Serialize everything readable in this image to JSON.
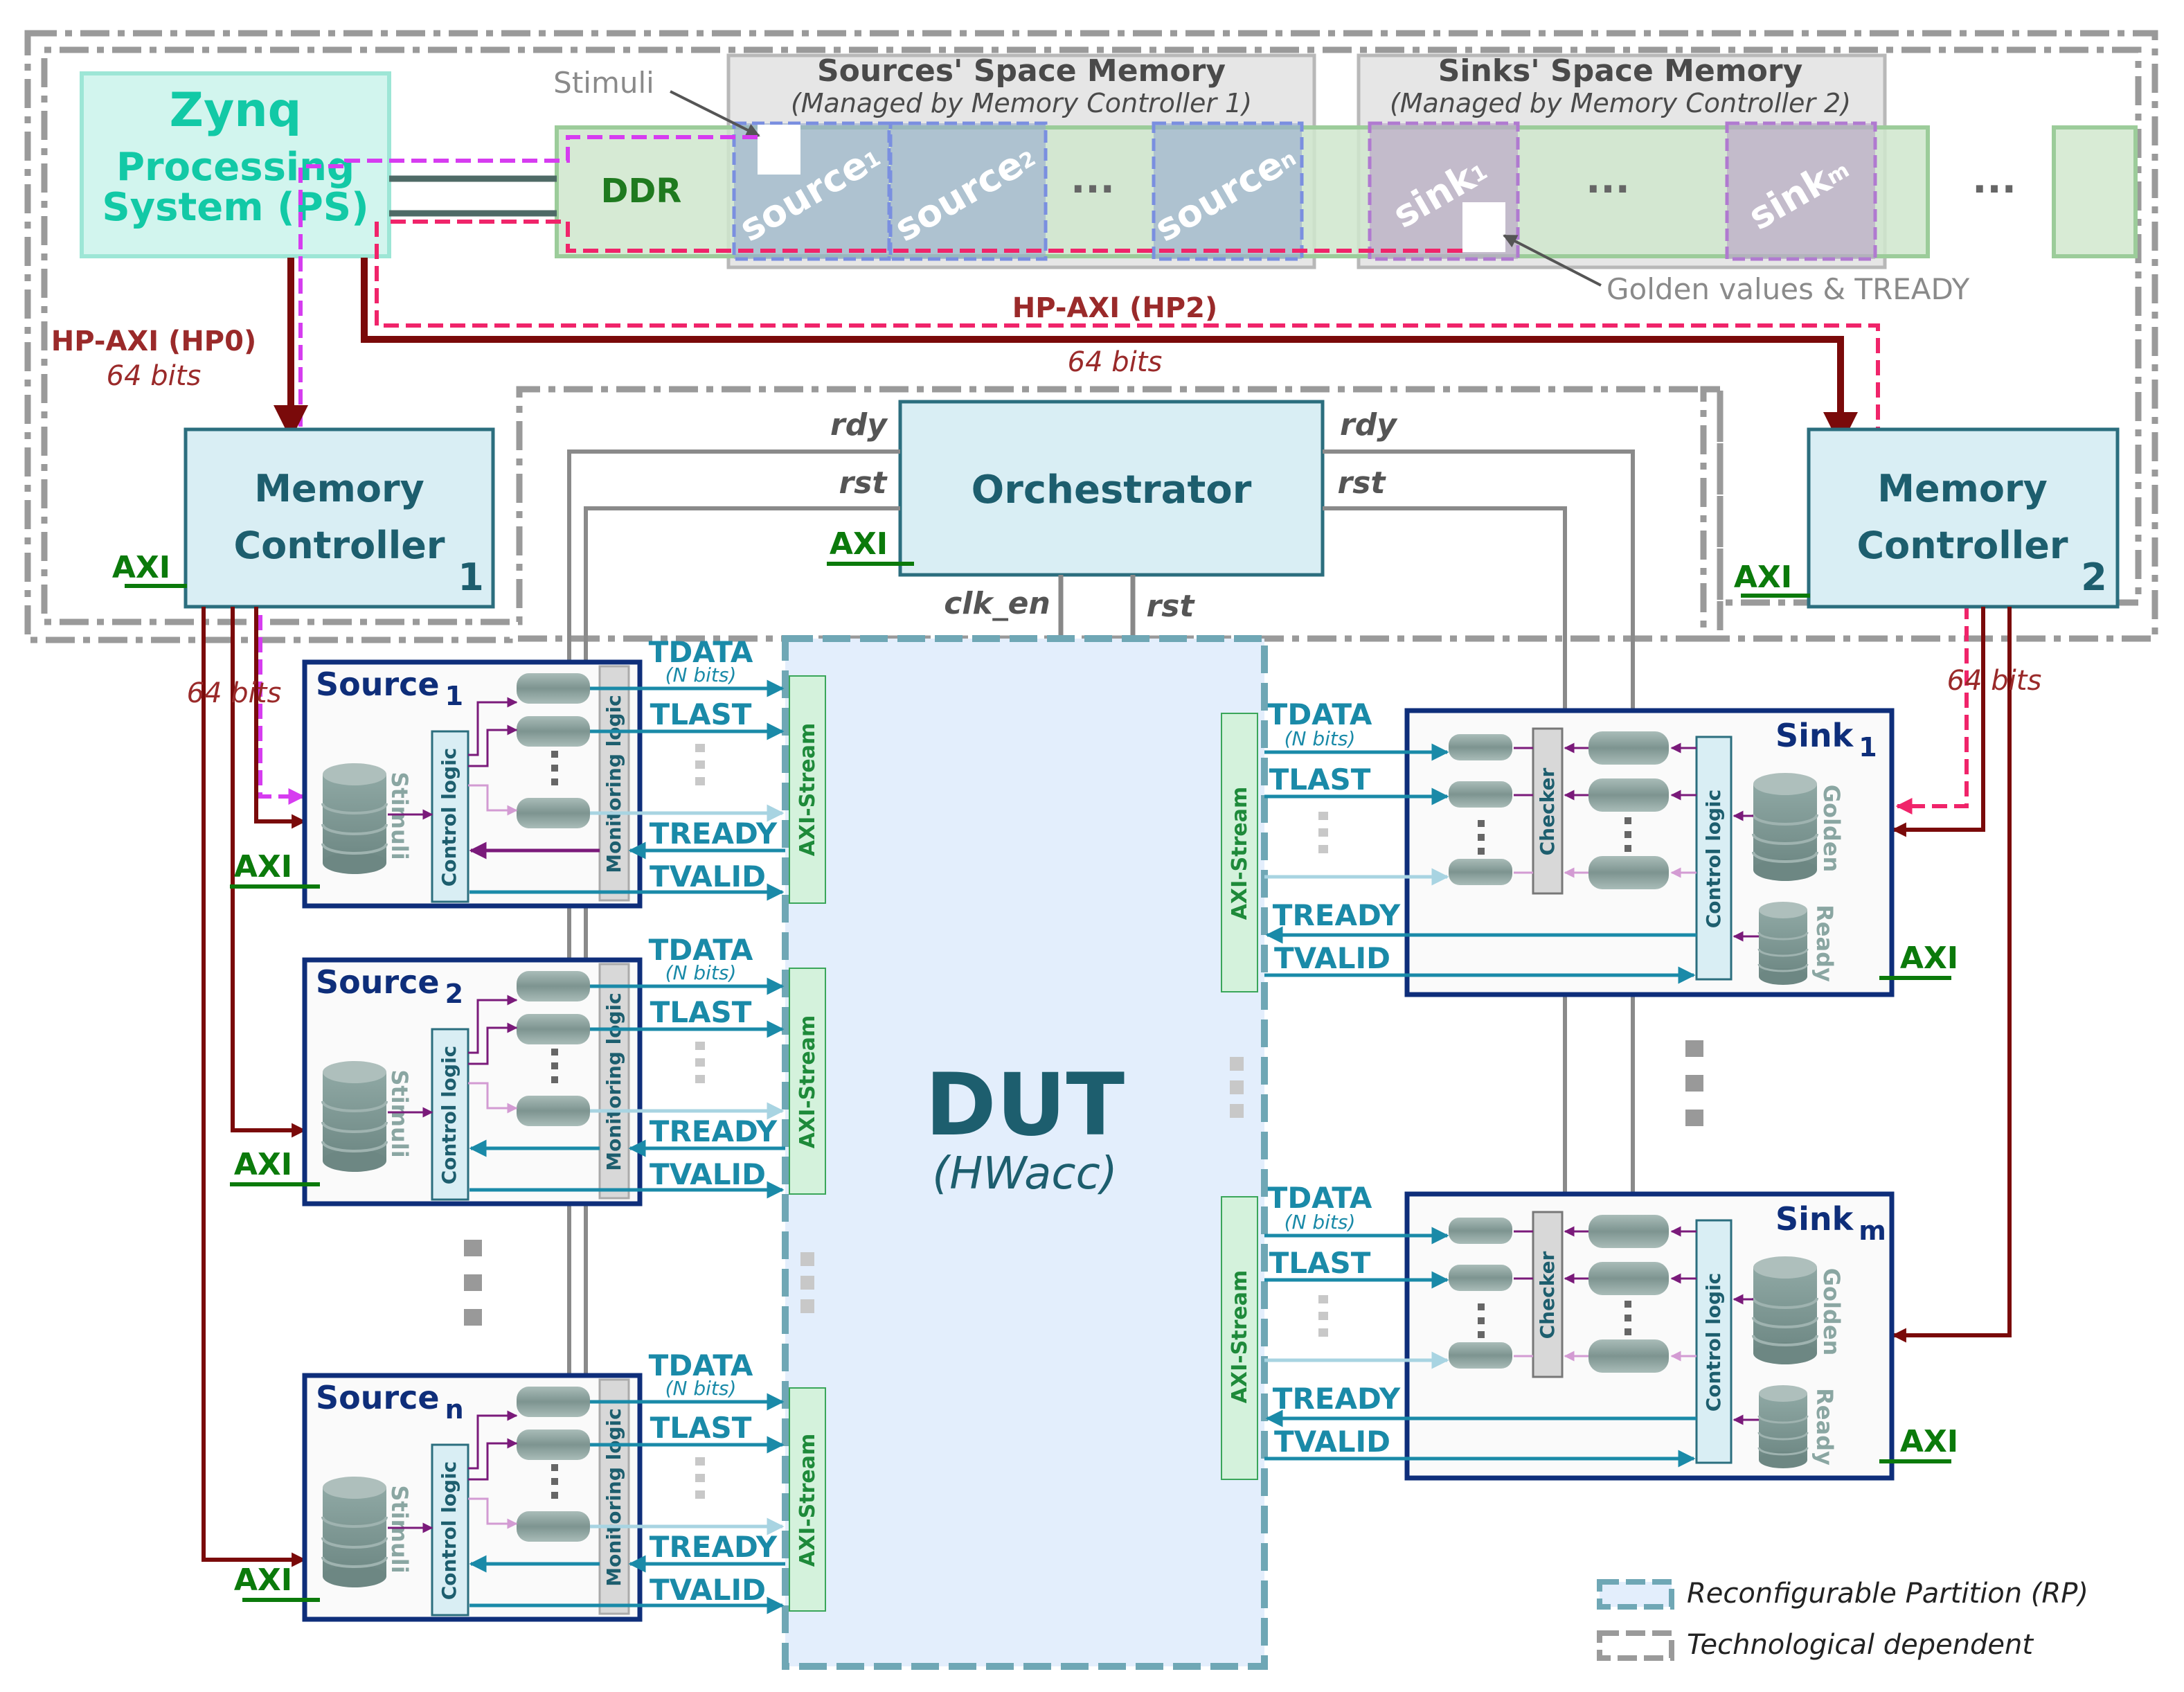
{
  "zynq": {
    "title": "Zynq",
    "line1": "Processing",
    "line2": "System (PS)"
  },
  "memory": {
    "sources_title": "Sources' Space Memory",
    "sources_sub": "(Managed by Memory Controller 1)",
    "sinks_title": "Sinks' Space Memory",
    "sinks_sub": "(Managed by Memory Controller 2)",
    "ddr": "DDR",
    "stimuli": "Stimuli",
    "golden_tready": "Golden values & TREADY",
    "slot_source": "source",
    "slot_sink": "sink",
    "sub_1": "1",
    "sub_2": "2",
    "sub_n": "n",
    "sub_m": "m",
    "ellipsis": "..."
  },
  "links": {
    "hp0": "HP-AXI (HP0)",
    "hp2": "HP-AXI (HP2)",
    "bits64": "64 bits"
  },
  "mc1": {
    "line1": "Memory",
    "line2": "Controller",
    "index": "1",
    "axi": "AXI"
  },
  "mc2": {
    "line1": "Memory",
    "line2": "Controller",
    "index": "2",
    "axi": "AXI"
  },
  "orchestrator": {
    "title": "Orchestrator",
    "rdy": "rdy",
    "rst": "rst",
    "axi": "AXI",
    "clk_en": "clk_en"
  },
  "dut": {
    "title": "DUT",
    "subtitle": "(HWacc)"
  },
  "signals": {
    "tdata": "TDATA",
    "nbits": "(N bits)",
    "tlast": "TLAST",
    "tready": "TREADY",
    "tvalid": "TVALID",
    "axi_stream": "AXI-Stream"
  },
  "source_blocks": [
    {
      "name": "Source",
      "sub": "1",
      "stimuli": "Stimuli",
      "control": "Control logic",
      "monitor": "Monitoring logic",
      "axi": "AXI"
    },
    {
      "name": "Source",
      "sub": "2",
      "stimuli": "Stimuli",
      "control": "Control logic",
      "monitor": "Monitoring logic",
      "axi": "AXI"
    },
    {
      "name": "Source",
      "sub": "n",
      "stimuli": "Stimuli",
      "control": "Control logic",
      "monitor": "Monitoring logic",
      "axi": "AXI"
    }
  ],
  "sink_blocks": [
    {
      "name": "Sink",
      "sub": "1",
      "golden": "Golden",
      "ready": "Ready",
      "control": "Control logic",
      "checker": "Checker",
      "axi": "AXI"
    },
    {
      "name": "Sink",
      "sub": "m",
      "golden": "Golden",
      "ready": "Ready",
      "control": "Control logic",
      "checker": "Checker",
      "axi": "AXI"
    }
  ],
  "legend": {
    "rp": "Reconfigurable Partition (RP)",
    "tech": "Technological dependent"
  },
  "colors": {
    "zynq_fill": "#d2f5ee",
    "zynq_text": "#12c9a6",
    "mc_fill": "#d9eef4",
    "mc_text": "#1d5e6e",
    "ddr_fill": "#d5e8d4",
    "ddr_stroke": "#9ccc9a",
    "dut_fill": "#e3eefc",
    "dut_stroke": "#6fa7b5",
    "signal": "#1a8aa8",
    "dark_red": "#7a0a0a",
    "green": "#0b7a0b",
    "magenta": "#d63cf0",
    "pink": "#f0246a",
    "purple": "#7a1a7a",
    "navy": "#0e2e7a",
    "gray": "#888888"
  }
}
